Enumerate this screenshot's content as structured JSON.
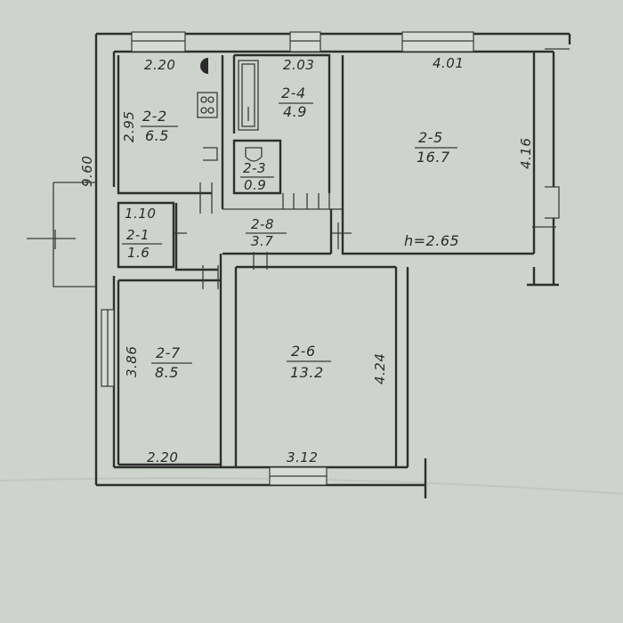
{
  "plan": {
    "height_note": "h=2.65",
    "outer_dimension": "9.60",
    "rooms": {
      "r22": {
        "id": "2-2",
        "area": "6.5",
        "width": "2.20",
        "depth": "2.95"
      },
      "r24": {
        "id": "2-4",
        "area": "4.9",
        "width": "2.03"
      },
      "r23": {
        "id": "2-3",
        "area": "0.9"
      },
      "r25": {
        "id": "2-5",
        "area": "16.7",
        "width": "4.01",
        "depth": "4.16"
      },
      "r21": {
        "id": "2-1",
        "area": "1.6",
        "width": "1.10"
      },
      "r28": {
        "id": "2-8",
        "area": "3.7"
      },
      "r27": {
        "id": "2-7",
        "area": "8.5",
        "width": "2.20",
        "depth": "3.86"
      },
      "r26": {
        "id": "2-6",
        "area": "13.2",
        "width": "3.12",
        "depth": "4.24"
      }
    }
  },
  "colors": {
    "paper": "#cfd3ce",
    "ink": "#2e2e2e"
  }
}
